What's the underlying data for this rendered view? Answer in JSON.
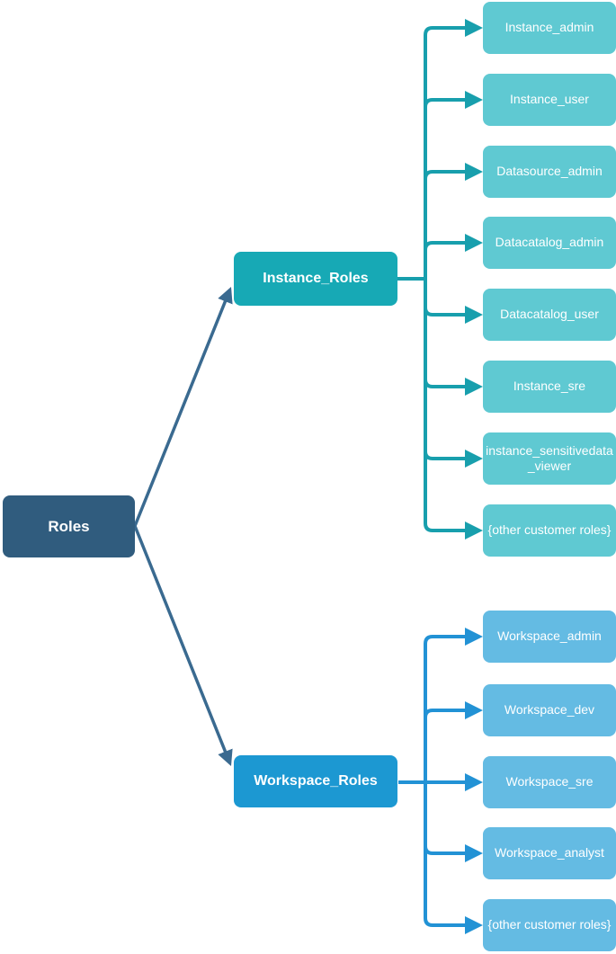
{
  "colors": {
    "root_bg": "#305C7E",
    "root_arrow": "#3A6A90",
    "instance_node_bg": "#17A9B5",
    "instance_leaf_bg": "#5FC9D2",
    "instance_connector": "#189FAD",
    "workspace_node_bg": "#1C98D2",
    "workspace_leaf_bg": "#64BBE3",
    "workspace_connector": "#2292D5",
    "node_text": "#FFFFFF"
  },
  "root": {
    "label": "Roles"
  },
  "branches": [
    {
      "label": "Instance_Roles",
      "children": [
        "Instance_admin",
        "Instance_user",
        "Datasource_admin",
        "Datacatalog_admin",
        "Datacatalog_user",
        "Instance_sre",
        "instance_sensitivedata_viewer",
        "{other customer roles}"
      ]
    },
    {
      "label": "Workspace_Roles",
      "children": [
        "Workspace_admin",
        "Workspace_dev",
        "Workspace_sre",
        "Workspace_analyst",
        "{other customer roles}"
      ]
    }
  ]
}
